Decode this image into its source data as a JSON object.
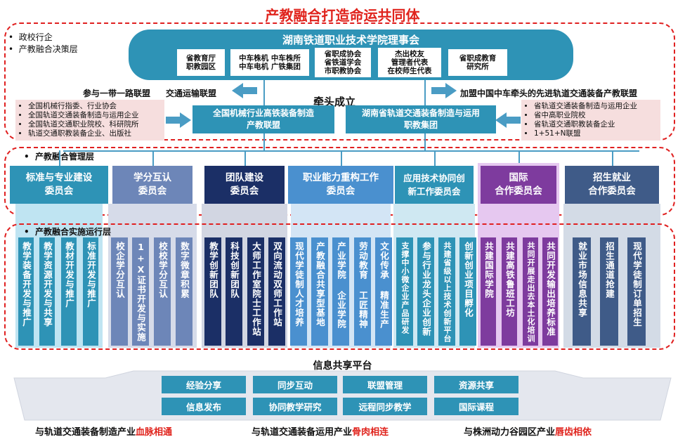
{
  "title": "产教融合打造命运共同体",
  "decision_labels": [
    "政校行企",
    "产教融合决策层"
  ],
  "board_title": "湖南铁道职业技术学院理事会",
  "board_members": [
    "省教育厅\n职教园区",
    "中车株机 中车株所\n中车电机 广铁集团",
    "省职成协会\n省铁道学会\n市职教协会",
    "杰出校友\n管理者代表\n在校师生代表",
    "省职成教育\n研究所"
  ],
  "left_flow": {
    "label1": "参与一带一路联盟",
    "label2": "交通运输联盟"
  },
  "right_flow": {
    "label": "加盟中国中车牵头的先进轨道交通装备产教联盟"
  },
  "lead_label": "牵头成立",
  "left_list": [
    "全国机械行指委、行业协会",
    "全国轨道交通装备制造与运用企业",
    "全国轨道交通职业院校、科研院所",
    "轨道交通职教装备企业、出版社"
  ],
  "right_list": [
    "省轨道交通装备制造与运用企业",
    "省中高职业院校",
    "省轨道交通职教装备企业",
    "1+51+N联盟"
  ],
  "alliance_left": "全国机械行业高铁装备制造\n产教联盟",
  "alliance_right": "湖南省轨道交通装备制造与运用\n职教集团",
  "mgmt_label": "产教融合管理层",
  "committees": [
    {
      "label": "标准与专业建设\n委员会",
      "color": "#2e93b6"
    },
    {
      "label": "学分互认\n委员会",
      "color": "#6d86b8"
    },
    {
      "label": "团队建设\n委员会",
      "color": "#1b2f66"
    },
    {
      "label": "职业能力重构工作\n委员会",
      "color": "#4a90cf"
    },
    {
      "label": "应用技术协同创\n新工作委员会",
      "color": "#2e93b6"
    },
    {
      "label": "国际\n合作委员会",
      "color": "#7e3b9e"
    },
    {
      "label": "招生就业\n合作委员会",
      "color": "#3f5b88"
    }
  ],
  "impl_label": "产教融合实施运行层",
  "impl_items": [
    {
      "text": "教学装备开发与推广",
      "color": "#2e93b6"
    },
    {
      "text": "教学资源开发与共享",
      "color": "#2e93b6"
    },
    {
      "text": "教材开发与推广",
      "color": "#2e93b6"
    },
    {
      "text": "标准开发与推广",
      "color": "#2e93b6"
    },
    {
      "text": "校企学分互认",
      "color": "#6d86b8"
    },
    {
      "text": "1+X证书开发与实施",
      "color": "#6d86b8"
    },
    {
      "text": "校校学分互认",
      "color": "#6d86b8"
    },
    {
      "text": "数字微章积累",
      "color": "#6d86b8"
    },
    {
      "text": "教学创新团队",
      "color": "#1b2f66"
    },
    {
      "text": "科技创新团队",
      "color": "#1b2f66"
    },
    {
      "text": "大师工作室院士工作站",
      "color": "#1b2f66"
    },
    {
      "text": "双向流动双师工作站",
      "color": "#1b2f66"
    },
    {
      "text": "现代学徒制人才培养",
      "color": "#4a90cf"
    },
    {
      "text": "产教融合共享型基地",
      "color": "#4a90cf"
    },
    {
      "text": "产业学院 企业学院",
      "color": "#4a90cf"
    },
    {
      "text": "劳动教育 工匠精神",
      "color": "#4a90cf"
    },
    {
      "text": "文化传承 精准生产",
      "color": "#4a90cf"
    },
    {
      "text": "支撑中小微企业产品研发",
      "color": "#2e93b6"
    },
    {
      "text": "参与行业龙头企业创新",
      "color": "#2e93b6"
    },
    {
      "text": "共建省级以上技术创新平台",
      "color": "#2e93b6"
    },
    {
      "text": "创新创业项目孵化",
      "color": "#2e93b6"
    },
    {
      "text": "共建国际学院",
      "color": "#7e3b9e"
    },
    {
      "text": "共建高铁鲁班工坊",
      "color": "#7e3b9e"
    },
    {
      "text": "共同开展走出去本土化培训",
      "color": "#7e3b9e"
    },
    {
      "text": "共同开发输出培养标准",
      "color": "#7e3b9e"
    },
    {
      "text": "就业市场信息共享",
      "color": "#3f5b88"
    },
    {
      "text": "招生通道抢建",
      "color": "#3f5b88"
    },
    {
      "text": "现代学徒制订单招生",
      "color": "#3f5b88"
    }
  ],
  "platform_title": "信息共享平台",
  "platform_items": [
    "经验分享",
    "同步互动",
    "联盟管理",
    "资源共享",
    "信息发布",
    "协同教学研究",
    "远程同步教学",
    "国际课程"
  ],
  "bottom": [
    {
      "prefix": "与轨道交通装备制造产业",
      "emph": "血脉相通"
    },
    {
      "prefix": "与轨道交通装备运用产业",
      "emph": "骨肉相连"
    },
    {
      "prefix": "与株洲动力谷园区产业",
      "emph": "唇齿相依"
    }
  ],
  "colors": {
    "accent_red": "#e0231c",
    "teal": "#2e93b6",
    "navy": "#1b2f66",
    "purple": "#7e3b9e"
  }
}
